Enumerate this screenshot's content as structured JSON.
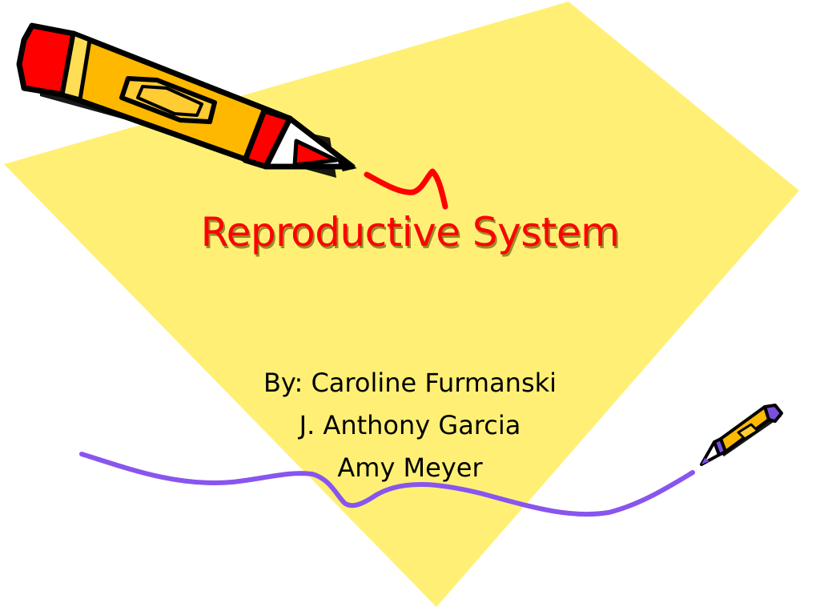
{
  "slide": {
    "title": "Reproductive System",
    "authors": [
      "By: Caroline Furmanski",
      "J. Anthony Garcia",
      "Amy Meyer"
    ]
  },
  "colors": {
    "background": "#ffffff",
    "paper": "#fff075",
    "title": "#ff0000",
    "text": "#000000",
    "scribble_red": "#ff0000",
    "scribble_purple": "#8855ee",
    "pencil_body": "#ffb800",
    "pencil_red": "#ff0000",
    "pencil_purple": "#7a4fe0"
  },
  "icons": {
    "large_pencil": "pencil-icon",
    "small_pencil": "pencil-icon"
  }
}
